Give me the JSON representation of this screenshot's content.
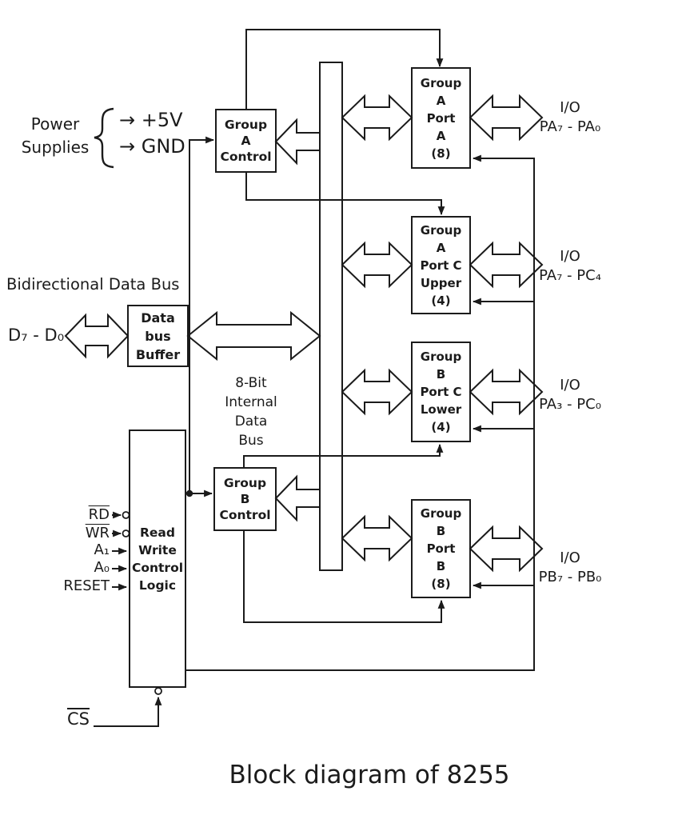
{
  "title": "Block diagram of 8255",
  "colors": {
    "line": "#1b1b1b",
    "background": "#ffffff"
  },
  "power": {
    "label": "Power\nSupplies",
    "v5": "→ +5V",
    "gnd": "→ GND"
  },
  "data_bus": {
    "caption": "Bidirectional Data Bus",
    "pins": "D₇ - D₀"
  },
  "internal_bus_label": "8-Bit\nInternal\nData\nBus",
  "blocks": {
    "data_bus_buffer": "Data\nbus\nBuffer",
    "read_write_control_logic": "Read\nWrite\nControl\nLogic",
    "group_a_control": "Group\nA\nControl",
    "group_b_control": "Group\nB\nControl",
    "group_a_port_a": "Group\nA\nPort\nA\n(8)",
    "group_a_port_c_upper": "Group\nA\nPort C\nUpper\n(4)",
    "group_b_port_c_lower": "Group\nB\nPort C\nLower\n(4)",
    "group_b_port_b": "Group\nB\nPort\nB\n(8)"
  },
  "io": {
    "port_a": "I/O\nPA₇ - PA₀",
    "port_c_upper": "I/O\nPA₇ - PC₄",
    "port_c_lower": "I/O\nPA₃ - PC₀",
    "port_b": "I/O\nPB₇ - PB₀"
  },
  "control_signals": {
    "rd": "RD",
    "wr": "WR",
    "a1": "A₁",
    "a0": "A₀",
    "reset": "RESET",
    "cs": "CS"
  }
}
